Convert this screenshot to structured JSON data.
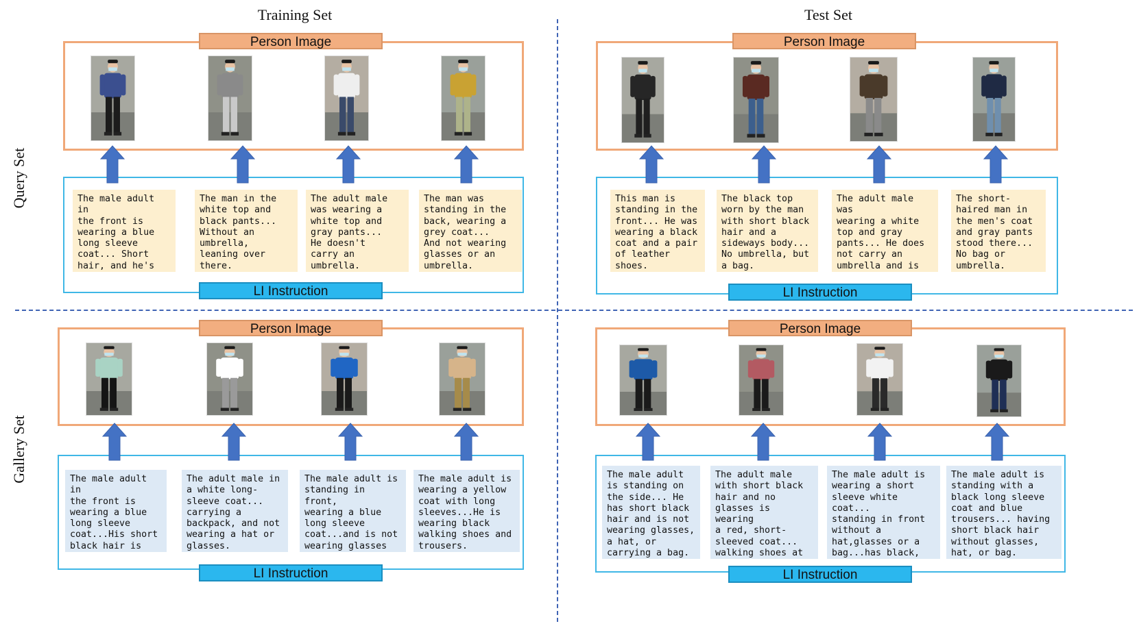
{
  "columns": {
    "left": "Training Set",
    "right": "Test Set"
  },
  "rows": {
    "top": "Query Set",
    "bottom": "Gallery Set"
  },
  "labels": {
    "person_image": "Person Image",
    "li_instruction": "LI Instruction"
  },
  "colors": {
    "image_frame": "#f0a878",
    "text_frame": "#3fb7e6",
    "arrow": "#4472c4",
    "divider": "#3f63b4",
    "query_note": "#fdefcf",
    "gallery_note": "#dde9f5"
  },
  "panels": {
    "train_query": {
      "descriptions": [
        "The male adult in\nthe front is\nwearing a blue\nlong sleeve\ncoat... Short\nhair, and he's an\nagnostic smoker.",
        "The man in the\nwhite top and\nblack pants...\nWithout an\numbrella,\nleaning over\nthere.",
        "The adult male\nwas wearing a\nwhite top and\ngray pants...\nHe doesn't\ncarry an\numbrella.",
        "The man was\nstanding in the\nback, wearing a\ngrey coat...\nAnd not wearing\nglasses or an\numbrella."
      ]
    },
    "test_query": {
      "descriptions": [
        "This man is\nstanding in the\nfront... He was\nwearing a black\ncoat and a pair\nof leather\nshoes.",
        "The black top\nworn by the man\nwith short black\nhair and a\nsideways body...\nNo umbrella, but\na bag.",
        "The adult male was\nwearing a white\ntop and gray\npants... He does\nnot carry an\numbrella and is an\nagnostic smoker.",
        "The short-\nhaired man in\nthe men's coat\nand gray pants\nstood there...\nNo bag or\numbrella."
      ]
    },
    "train_gallery": {
      "descriptions": [
        "The male adult in\nthe front is\nwearing a blue\nlong sleeve\ncoat...His short\nblack hair is\nneatly cut.",
        "The adult male in\na white long-\nsleeve coat...\ncarrying a\nbackpack, and not\nwearing a hat or\nglasses.",
        "The male adult is\nstanding in front,\nwearing a blue\nlong sleeve\ncoat...and is not\nwearing glasses\nor a hat.",
        "The male adult is\nwearing a yellow\ncoat with long\nsleeves...He is\nwearing black\nwalking shoes and\ntrousers."
      ]
    },
    "test_gallery": {
      "descriptions": [
        "The male adult\nis standing on\nthe side... He\nhas short black\nhair and is not\nwearing glasses,\na hat, or\ncarrying a bag.",
        "The adult male\nwith short black\nhair and no\nglasses is wearing\na red, short-\nsleeved coat...\nwalking shoes at\nthe front.",
        "The male adult is\nwearing a short\nsleeve white coat...\nstanding in front\nwithout a\nhat,glasses or a\nbag...has black,\nshort hair.",
        "The male adult is\nstanding with a\nblack long sleeve\ncoat and blue\ntrousers... having\nshort black hair\nwithout glasses,\nhat, or bag."
      ]
    }
  }
}
